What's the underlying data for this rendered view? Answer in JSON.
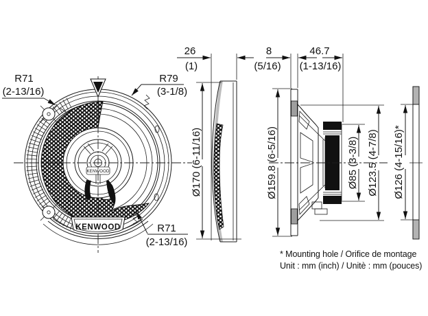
{
  "front_view": {
    "r71_top": {
      "radius": "R71",
      "inch": "(2-13/16)"
    },
    "r79": {
      "radius": "R79",
      "inch": "(3-1/8)"
    },
    "r71_bottom": {
      "radius": "R71",
      "inch": "(2-13/16)"
    },
    "badge": "KENWOOD",
    "tweeter_badge": "KENWOOD"
  },
  "profile_view": {
    "width_mm": "26",
    "width_inch": "(1)",
    "diameter": "Ø170 (6-11/16)"
  },
  "section_view": {
    "flange_mm": "8",
    "flange_inch": "(5/16)",
    "depth_mm": "46.7",
    "depth_inch": "(1-13/16)",
    "outer_diameter": "Ø159.8 (6-5/16)",
    "magnet_diameter": "Ø85 (3-3/8)",
    "frame_diameter": "Ø123.5 (4-7/8)",
    "mounting_hole_diameter": "Ø126 (4-15/16)*"
  },
  "notes": {
    "mounting_hole": "* Mounting hole / Orifice de montage",
    "units": "Unit : mm (inch) / Unitè : mm (pouces)"
  }
}
